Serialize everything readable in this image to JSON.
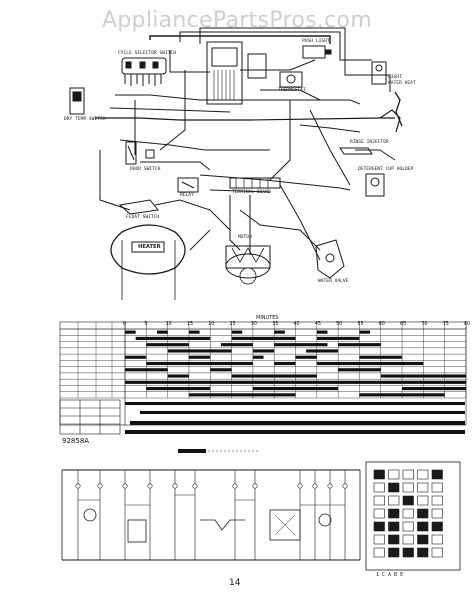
{
  "watermark": "AppliancePartsPros.com",
  "wiring_labels": {
    "cycle_selector_switch": "CYCLE SELECTOR SWITCH",
    "push_light": "PUSH LIGHT",
    "dry_temp_switch": "DRY TEMP SWITCH",
    "thermostat": "THERMOSTAT",
    "light": "LIGHT",
    "water_heat": "WATER HEAT",
    "rinse_injector": "RINSE INJECTOR",
    "door_switch": "DOOR SWITCH",
    "relay": "RELAY",
    "detergent_cup_holder": "DETERGENT CUP HOLDER",
    "float_switch": "FLOAT SWITCH",
    "terminal_board": "TERMINAL BOARD",
    "heater": "HEATER",
    "motor": "MOTOR",
    "water_valve": "WATER VALVE"
  },
  "timer_chart": {
    "minutes_label": "MINUTES",
    "ticks": [
      "0",
      "5",
      "10",
      "15",
      "20",
      "25",
      "30",
      "35",
      "40",
      "45",
      "50",
      "55",
      "60",
      "65",
      "70",
      "75",
      "80"
    ]
  },
  "part_number": "92858A",
  "page_number": "14",
  "key_footer": "1  C  A  B  E"
}
